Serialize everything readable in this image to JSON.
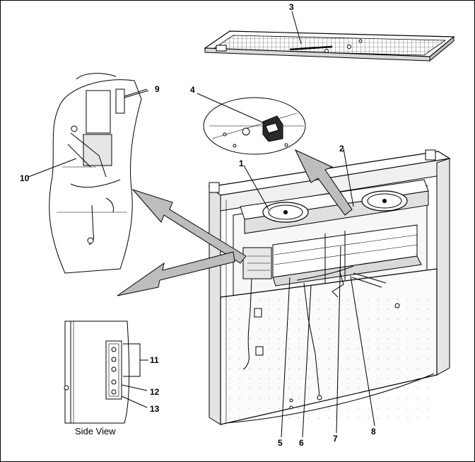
{
  "callouts": [
    {
      "id": "callout-1",
      "text": "1"
    },
    {
      "id": "callout-2",
      "text": "2"
    },
    {
      "id": "callout-3",
      "text": "3"
    },
    {
      "id": "callout-4",
      "text": "4"
    },
    {
      "id": "callout-5",
      "text": "5"
    },
    {
      "id": "callout-6",
      "text": "6"
    },
    {
      "id": "callout-7",
      "text": "7"
    },
    {
      "id": "callout-8",
      "text": "8"
    },
    {
      "id": "callout-9",
      "text": "9"
    },
    {
      "id": "callout-10",
      "text": "10"
    },
    {
      "id": "callout-11",
      "text": "11"
    },
    {
      "id": "callout-12",
      "text": "12"
    },
    {
      "id": "callout-13",
      "text": "13"
    }
  ],
  "caption": "Side View"
}
